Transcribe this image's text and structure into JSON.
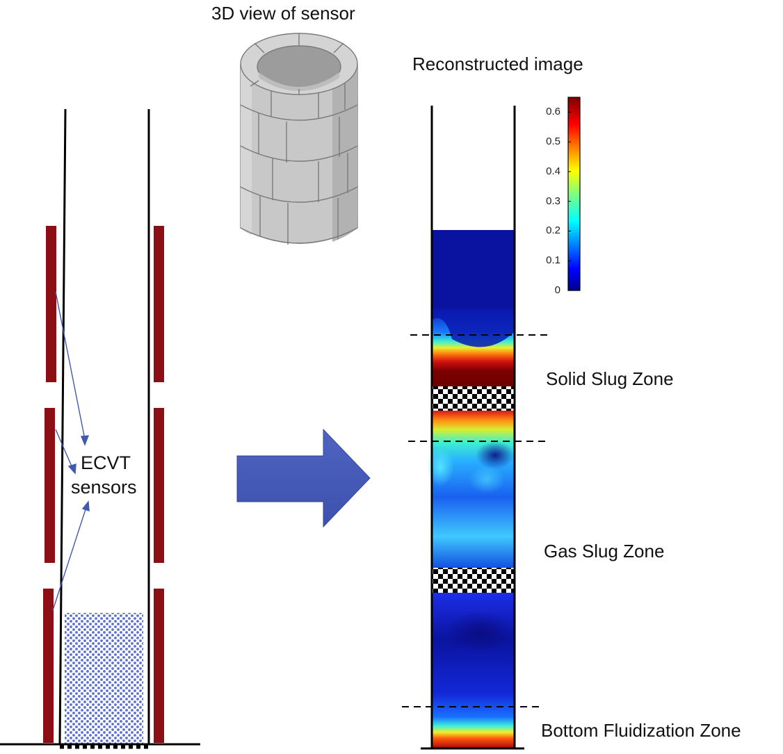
{
  "title_3d": "3D view of sensor",
  "title_recon": "Reconstructed image",
  "ecvt_label_line1": "ECVT",
  "ecvt_label_line2": "sensors",
  "zones": {
    "solid": "Solid Slug Zone",
    "gas": "Gas Slug Zone",
    "bottom": "Bottom Fluidization Zone"
  },
  "colorbar": {
    "ticks": [
      "0.6",
      "0.5",
      "0.4",
      "0.3",
      "0.2",
      "0.1",
      "0"
    ],
    "min": 0,
    "max": 0.65,
    "colormap": "jet"
  },
  "colors": {
    "electrode": "#8b0f14",
    "arrow": "#4058b0",
    "particles": "#5a6fd0",
    "cylinder": "#c9c9c9"
  }
}
